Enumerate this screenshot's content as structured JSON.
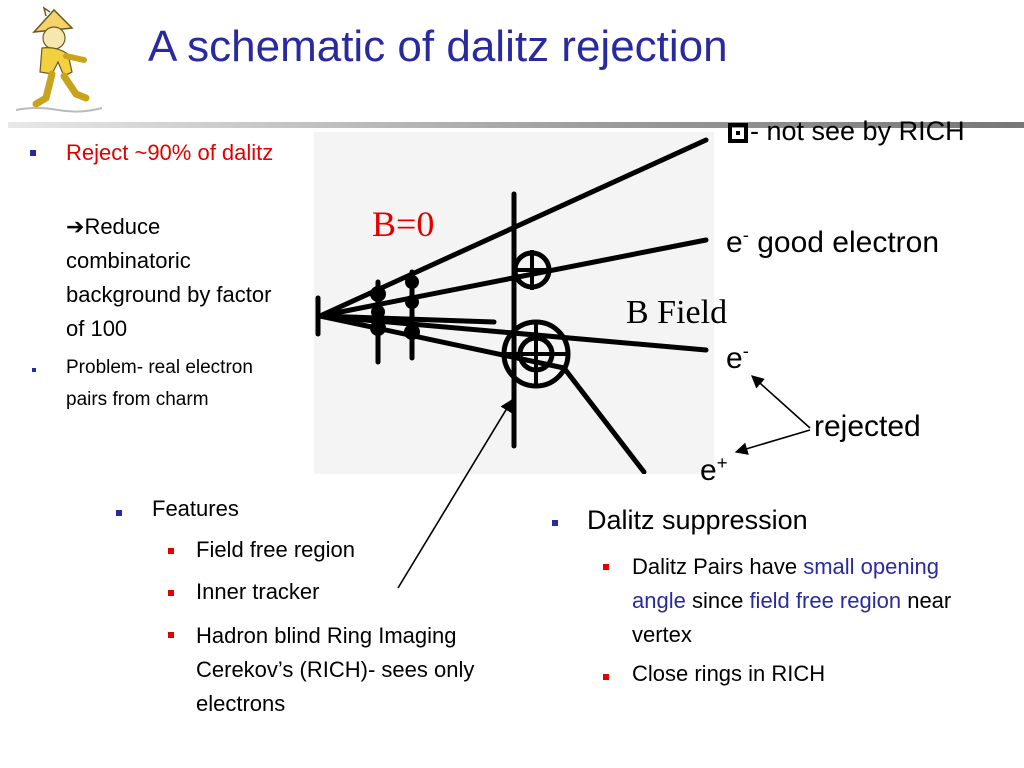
{
  "slide": {
    "title": "A schematic of dalitz rejection",
    "accent_color": "#2a2aa0",
    "highlight_color": "#e00000",
    "bullet_color": "#2a2aa0"
  },
  "left_column": {
    "bullet1": "Reject ~90% of dalitz",
    "arrow_icon": "right-arrow-icon",
    "sub_text": "Reduce combinatoric background by factor of 100",
    "bullet2": "Problem- real electron pairs from charm"
  },
  "diagram": {
    "b_zero_label": "B=0",
    "b_field_label": "B Field",
    "not_seen_label": "- not see by RICH",
    "good_electron_label": "good electron",
    "e_minus_label": "e",
    "e_plus_label": "e",
    "rejected_label": "rejected",
    "minus_sign": "-",
    "plus_sign": "+"
  },
  "features": {
    "heading": "Features",
    "items": [
      "Field free region",
      "Inner tracker",
      "Hadron blind Ring Imaging Cerekov’s (RICH)- sees only electrons"
    ]
  },
  "dalitz": {
    "heading": "Dalitz suppression",
    "item1_a": "Dalitz Pairs have ",
    "item1_b": "small opening angle",
    "item1_c": " since ",
    "item1_d": "field free region",
    "item1_e": " near vertex",
    "item2": "Close rings in RICH"
  }
}
